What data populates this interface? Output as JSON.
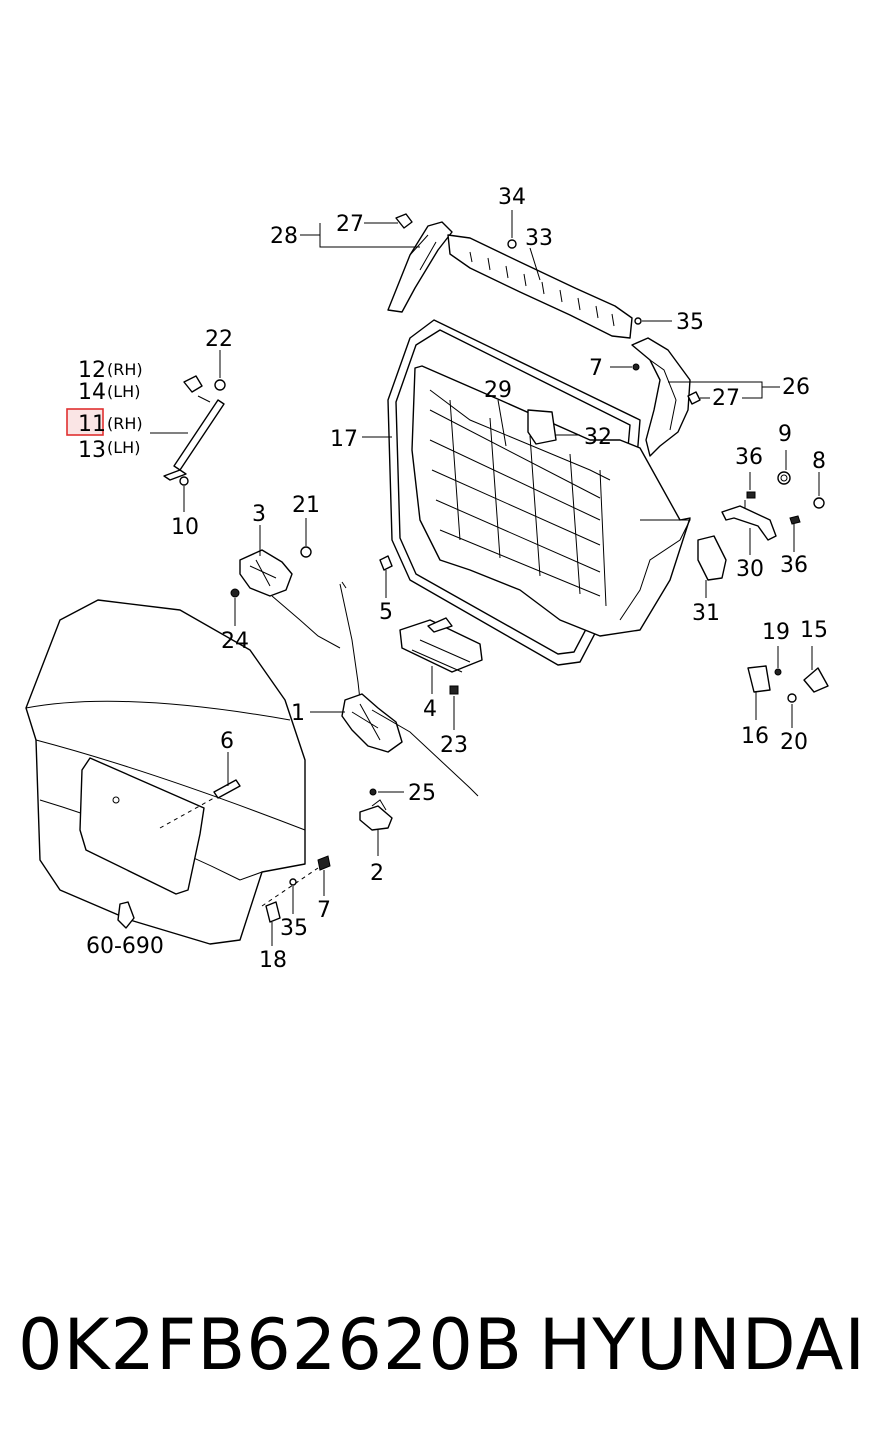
{
  "labels": {
    "l34": "34",
    "l33": "33",
    "l27a": "27",
    "l28": "28",
    "l35a": "35",
    "l22": "22",
    "l12": "12",
    "l12s": "(RH)",
    "l14": "14",
    "l14s": "(LH)",
    "l11": "11",
    "l11s": "(RH)",
    "l13": "13",
    "l13s": "(LH)",
    "l10": "10",
    "l7a": "7",
    "l29": "29",
    "l26": "26",
    "l27b": "27",
    "l17": "17",
    "l32": "32",
    "l9": "9",
    "l36a": "36",
    "l8": "8",
    "l3": "3",
    "l21": "21",
    "l30": "30",
    "l36b": "36",
    "l31": "31",
    "l24": "24",
    "l5": "5",
    "l19": "19",
    "l15": "15",
    "l1": "1",
    "l4": "4",
    "l16": "16",
    "l23": "23",
    "l20": "20",
    "l6": "6",
    "l25": "25",
    "l2": "2",
    "l7b": "7",
    "l35b": "35",
    "l18": "18",
    "l60": "60-690"
  },
  "highlight_label": "11",
  "highlight_color": "#e03030",
  "footer": {
    "part_number": "0K2FB62620B",
    "brand": "HYUNDAI"
  }
}
